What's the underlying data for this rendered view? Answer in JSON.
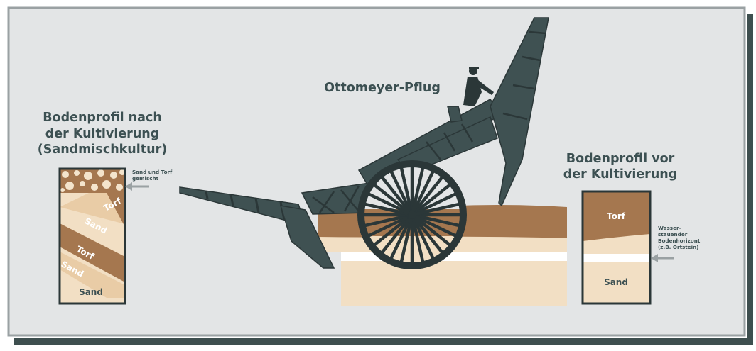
{
  "title": "Ottomeyer-Pflug",
  "left_profile": {
    "title_lines": [
      "Bodenprofil nach",
      "der Kultivierung",
      "(Sandmischkultur)"
    ],
    "annotation_lines": [
      "Sand und Torf",
      "gemischt"
    ],
    "layers": [
      "Torf",
      "Sand",
      "Torf",
      "Sand",
      "Sand"
    ]
  },
  "right_profile": {
    "title_lines": [
      "Bodenprofil vor",
      "der Kultivierung"
    ],
    "annotation_lines": [
      "Wasser-",
      "stauender",
      "Bodenhorizont",
      "(z.B. Ortstein)"
    ],
    "layers": [
      "Torf",
      "Sand"
    ]
  },
  "colors": {
    "background": "#e3e5e6",
    "frame": "#9aa1a3",
    "frame_shadow": "#3e4f4f",
    "machine": "#3f5152",
    "machine_dark": "#2b3738",
    "peat": "#a5774f",
    "sand": "#f2dfc4",
    "sand_mid": "#e9cca6",
    "hardpan": "#ffffff",
    "text": "#3c5052"
  }
}
